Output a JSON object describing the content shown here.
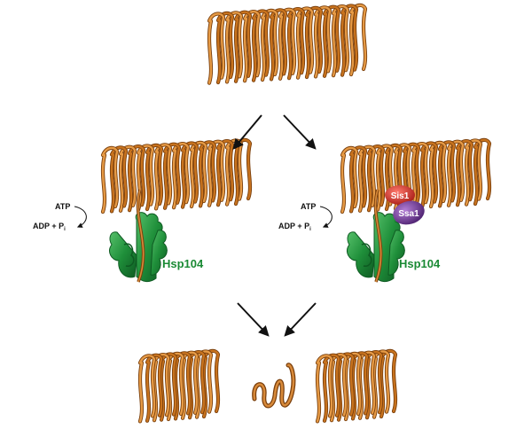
{
  "labels": {
    "atp": "ATP",
    "adp": "ADP + P",
    "pi_sub": "i",
    "hsp104": "Hsp104",
    "sis1": "Sis1",
    "ssa1": "Ssa1"
  },
  "colors": {
    "fibril": "#c8731e",
    "fibril_dark": "#7a3f0c",
    "fibril_light": "#e69a45",
    "hsp104": "#1f8f3a",
    "hsp104_dark": "#0e5a22",
    "hsp104_light": "#56c06a",
    "hsp104_text": "#1a8a34",
    "sis1": "#d9342b",
    "ssa1": "#7a3fa0",
    "arrow": "#111111"
  }
}
